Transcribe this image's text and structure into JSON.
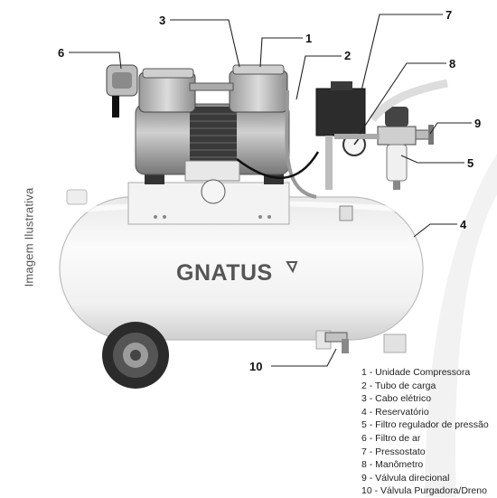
{
  "side_label": "Imagem Ilustrativa",
  "brand": "GNATUS",
  "callouts": {
    "c1": "1",
    "c2": "2",
    "c3": "3",
    "c4": "4",
    "c5": "5",
    "c6": "6",
    "c7": "7",
    "c8": "8",
    "c9": "9",
    "c10": "10"
  },
  "legend": [
    "1 - Unidade Compressora",
    "2 - Tubo de carga",
    "3 - Cabo elétrico",
    "4 - Reservatório",
    "5 - Filtro regulador de pressão",
    "6 - Filtro de ar",
    "7 - Pressostato",
    "8 - Manômetro",
    "9 - Válvula direcional",
    "10 - Válvula Purgadora/Dreno"
  ]
}
